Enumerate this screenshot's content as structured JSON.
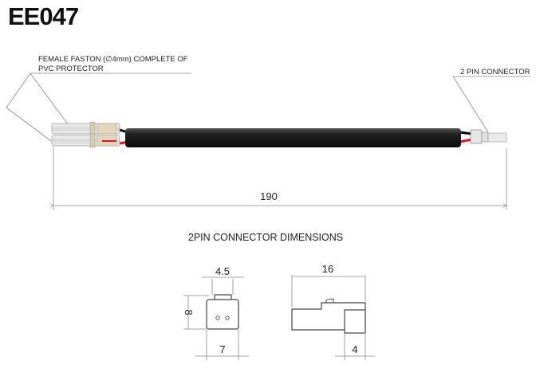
{
  "title": "EE047",
  "callouts": {
    "faston_line1": "FEMALE FASTON (∅4mm) COMPLETE OF",
    "faston_line2": "PVC PROTECTOR",
    "connector": "2 PIN CONNECTOR"
  },
  "overall_length": "190",
  "section_title": "2PIN CONNECTOR  DIMENSIONS",
  "dimensions": {
    "front_latch_width": "4.5",
    "front_height": "8",
    "front_width": "7",
    "side_length": "16",
    "side_step": "4"
  },
  "colors": {
    "cable": "#1a1a1a",
    "wire_red": "#e0141e",
    "wire_black": "#000000"
  }
}
